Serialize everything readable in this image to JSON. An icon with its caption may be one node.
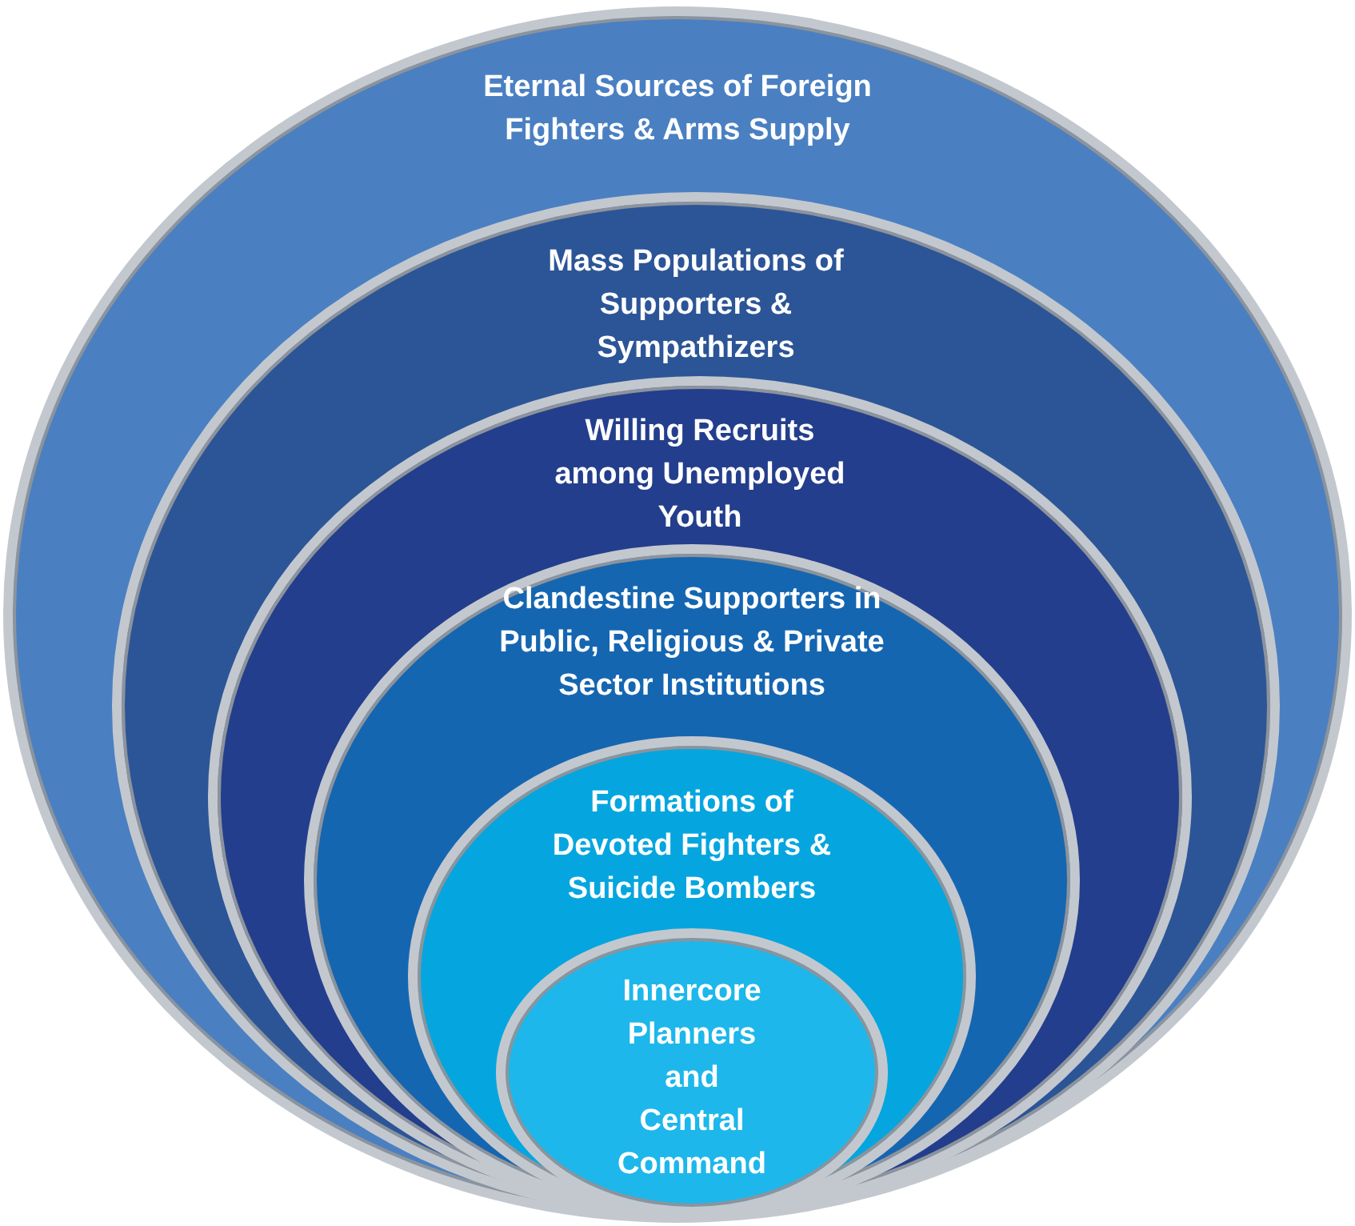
{
  "diagram": {
    "nodes": [
      {
        "text": [
          "Eternal Sources of Foreign Fighters & Arms Supply"
        ]
      },
      {
        "text": [
          "Mass Populations of Supporters & Sympathizers"
        ],
        "in": 0
      },
      {
        "text": [
          "Willing Recruits among Unemployed Youth"
        ],
        "in": 1
      },
      {
        "text": [
          "Clandestine Supporters in Public, Religious & Private Sector Institutions"
        ],
        "in": 2
      },
      {
        "text": [
          "Formations of Devoted Fighters & Suicide Bombers"
        ],
        "in": 3
      },
      {
        "text": [
          "Innercore Planners and Central Command"
        ],
        "in": 4
      }
    ]
  }
}
